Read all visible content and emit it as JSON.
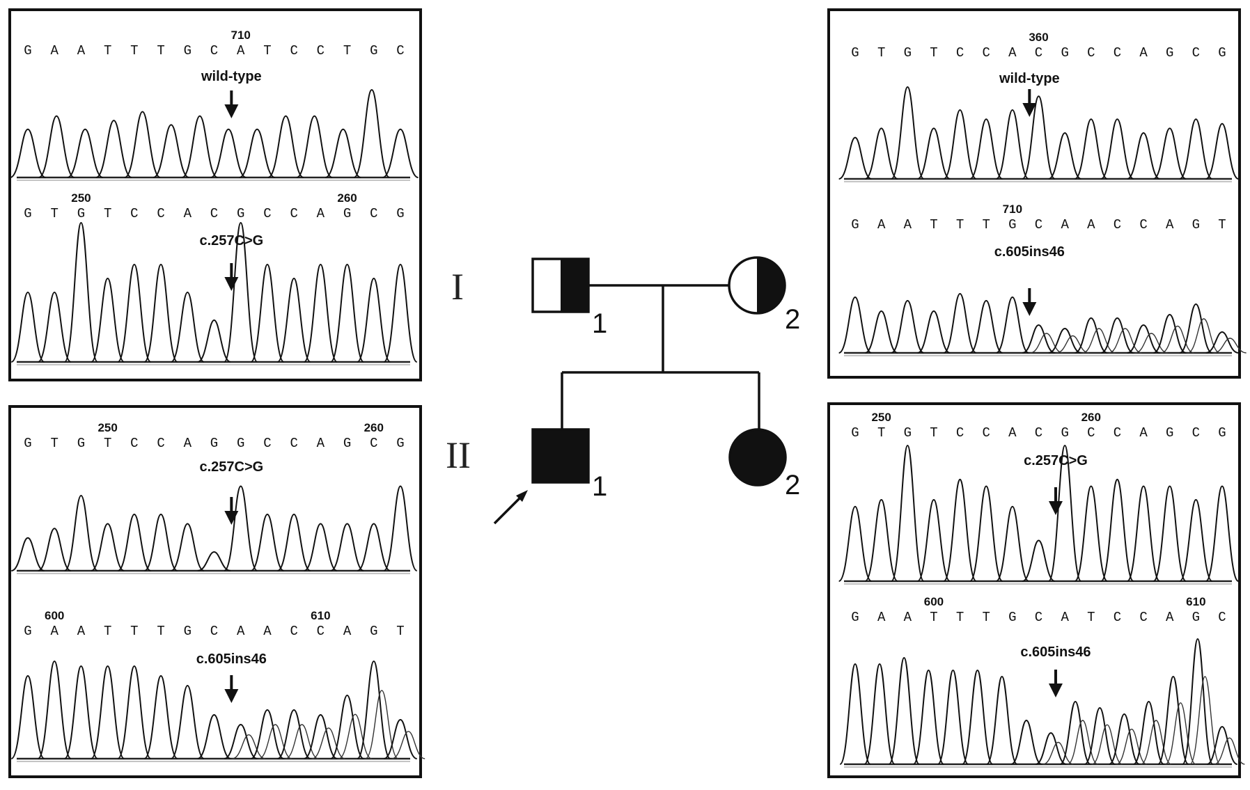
{
  "panels": [
    {
      "id": "p1",
      "tracks": [
        {
          "seq": "GAATTTGCATCCTGC",
          "pos": [
            {
              "i": 8,
              "t": "710"
            }
          ],
          "label": "wild-type",
          "arrowIdx": 8,
          "peaks": [
            0.55,
            0.7,
            0.55,
            0.65,
            0.75,
            0.6,
            0.7,
            0.55,
            0.55,
            0.7,
            0.7,
            0.55,
            1.0,
            0.55
          ]
        },
        {
          "seq": "GTGTCCACGCCAGCG",
          "pos": [
            {
              "i": 2,
              "t": "250"
            },
            {
              "i": 12,
              "t": "260"
            }
          ],
          "label": "c.257C>G",
          "arrowIdx": 8,
          "peaks": [
            0.5,
            0.5,
            1.0,
            0.6,
            0.7,
            0.7,
            0.5,
            0.3,
            1.0,
            0.7,
            0.6,
            0.7,
            0.7,
            0.6,
            0.7
          ]
        }
      ]
    },
    {
      "id": "p2",
      "tracks": [
        {
          "seq": "GTGTCCAGGCCAGCG",
          "pos": [
            {
              "i": 3,
              "t": "250"
            },
            {
              "i": 13,
              "t": "260"
            }
          ],
          "label": "c.257C>G",
          "arrowIdx": 8,
          "peaks": [
            0.35,
            0.45,
            0.8,
            0.5,
            0.6,
            0.6,
            0.5,
            0.2,
            0.9,
            0.6,
            0.6,
            0.5,
            0.5,
            0.5,
            0.9
          ]
        },
        {
          "seq": "GAATTTGCAACCAGT",
          "pos": [
            {
              "i": 1,
              "t": "600"
            },
            {
              "i": 11,
              "t": "610"
            }
          ],
          "label": "c.605ins46",
          "arrowIdx": 8,
          "peaks": [
            0.85,
            1.0,
            0.95,
            0.95,
            0.95,
            0.85,
            0.75,
            0.45,
            0.35,
            0.5,
            0.5,
            0.45,
            0.65,
            1.0,
            0.4
          ]
        }
      ]
    },
    {
      "id": "p3",
      "tracks": [
        {
          "seq": "GTGTCCACGCCAGCG",
          "pos": [
            {
              "i": 7,
              "t": "360"
            }
          ],
          "label": "wild-type",
          "arrowIdx": 7,
          "peaks": [
            0.45,
            0.55,
            1.0,
            0.55,
            0.75,
            0.65,
            0.75,
            0.9,
            0.5,
            0.65,
            0.65,
            0.5,
            0.55,
            0.65,
            0.6
          ]
        },
        {
          "seq": "GAATTTGCAACCAGT",
          "pos": [
            {
              "i": 6,
              "t": "710"
            }
          ],
          "label": "c.605ins46",
          "arrowIdx": 7,
          "peaks": [
            0.8,
            0.6,
            0.75,
            0.6,
            0.85,
            0.75,
            0.8,
            0.4,
            0.35,
            0.5,
            0.5,
            0.4,
            0.55,
            0.7,
            0.3
          ]
        }
      ]
    },
    {
      "id": "p4",
      "tracks": [
        {
          "seq": "GTGTCCACGCCAGCG",
          "pos": [
            {
              "i": 1,
              "t": "250"
            },
            {
              "i": 9,
              "t": "260"
            }
          ],
          "label": "c.257C>G",
          "arrowIdx": 8,
          "peaks": [
            0.55,
            0.6,
            1.0,
            0.6,
            0.75,
            0.7,
            0.55,
            0.3,
            1.0,
            0.7,
            0.75,
            0.7,
            0.7,
            0.6,
            0.7
          ]
        },
        {
          "seq": "GAATTTGCATCCAGC",
          "pos": [
            {
              "i": 3,
              "t": "600"
            },
            {
              "i": 13,
              "t": "610"
            }
          ],
          "label": "c.605ins46",
          "arrowIdx": 8,
          "peaks": [
            0.8,
            0.8,
            0.85,
            0.75,
            0.75,
            0.75,
            0.7,
            0.35,
            0.25,
            0.5,
            0.45,
            0.4,
            0.5,
            0.7,
            1.0,
            0.3
          ]
        }
      ]
    }
  ],
  "pedigree": {
    "generations": [
      "I",
      "II"
    ],
    "members": [
      {
        "id": "I-1",
        "sex": "male",
        "status": "carrier",
        "num": "1"
      },
      {
        "id": "I-2",
        "sex": "female",
        "status": "carrier",
        "num": "2"
      },
      {
        "id": "II-1",
        "sex": "male",
        "status": "affected",
        "num": "1",
        "proband": true
      },
      {
        "id": "II-2",
        "sex": "female",
        "status": "affected",
        "num": "2"
      }
    ]
  }
}
